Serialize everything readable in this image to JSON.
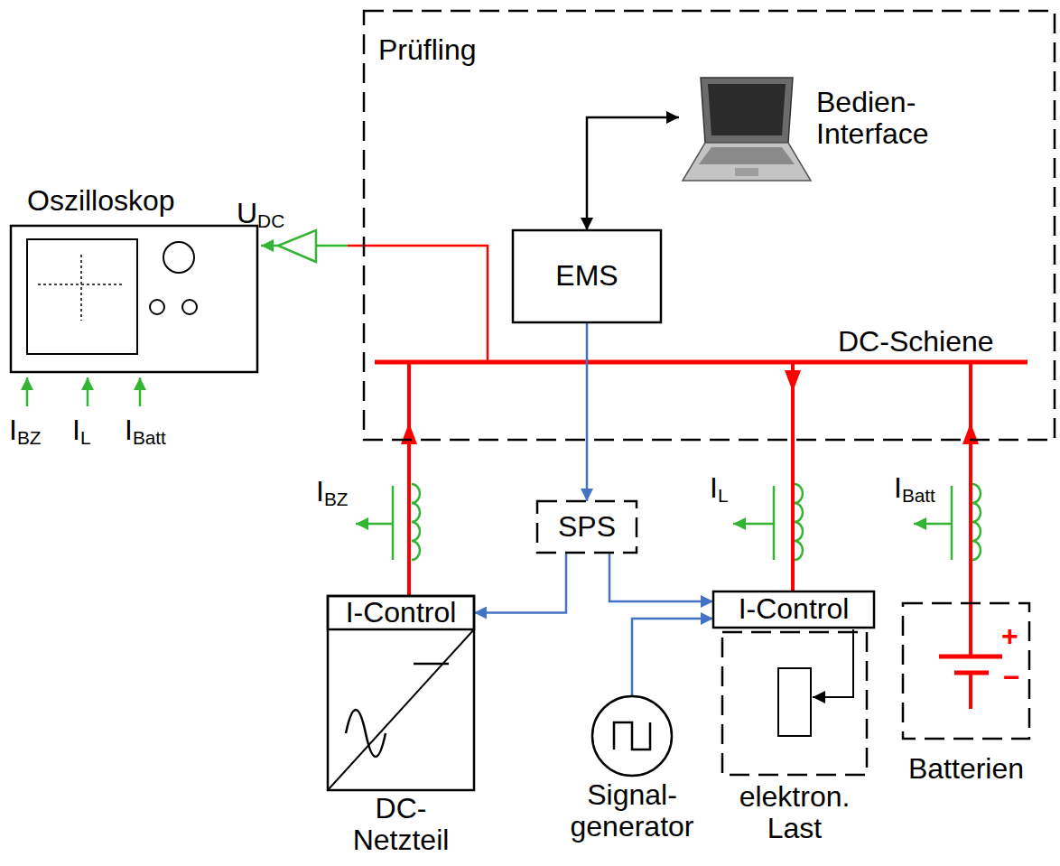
{
  "diagram": {
    "nodes": [
      {
        "text": [
          "Prüfling"
        ]
      },
      {
        "text": [
          "Bedien- Interface"
        ],
        "in": 0
      },
      {
        "text": [
          "EMS"
        ],
        "in": 0
      },
      {
        "text": [
          "Oszilloskop"
        ]
      },
      {
        "text": [
          "SPS"
        ]
      },
      {
        "text": [
          "DC- Netzteil"
        ]
      },
      {
        "text": [
          "I-Control"
        ],
        "in": 5
      },
      {
        "text": [
          "I-Control"
        ]
      },
      {
        "text": [
          "Signal- generator"
        ]
      },
      {
        "text": [
          "elektron. Last"
        ]
      },
      {
        "text": [
          "Batterien"
        ]
      }
    ],
    "edges": [
      {
        "from": 2,
        "to": 1,
        "arrow": "both"
      },
      {
        "from": 2,
        "to": 4,
        "arrow": "to"
      },
      {
        "from": 4,
        "to": 6,
        "arrow": "to"
      },
      {
        "from": 4,
        "to": 7,
        "arrow": "to"
      },
      {
        "from": 8,
        "to": 7,
        "arrow": "to"
      }
    ],
    "labels": [
      "UDC",
      "DC-Schiene",
      "IBZ",
      "IL",
      "IBatt",
      "IBZ",
      "IL",
      "IBatt",
      "+",
      "−"
    ]
  }
}
